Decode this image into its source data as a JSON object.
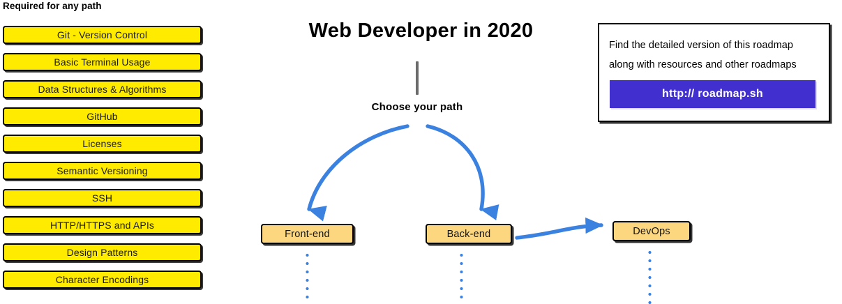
{
  "page": {
    "title": "Web Developer in 2020",
    "choose_path_label": "Choose your path"
  },
  "required_section": {
    "heading": "Required for any path",
    "items": [
      {
        "label": "Git - Version Control"
      },
      {
        "label": "Basic Terminal Usage"
      },
      {
        "label": "Data Structures & Algorithms"
      },
      {
        "label": "GitHub"
      },
      {
        "label": "Licenses"
      },
      {
        "label": "Semantic Versioning"
      },
      {
        "label": "SSH"
      },
      {
        "label": "HTTP/HTTPS and APIs"
      },
      {
        "label": "Design Patterns"
      },
      {
        "label": "Character Encodings"
      }
    ]
  },
  "paths": [
    {
      "id": "frontend",
      "label": "Front-end"
    },
    {
      "id": "backend",
      "label": "Back-end"
    },
    {
      "id": "devops",
      "label": "DevOps"
    }
  ],
  "info_box": {
    "line1": "Find the detailed version of this roadmap",
    "line2": "along with resources and other roadmaps",
    "button_label": "http:// roadmap.sh"
  },
  "colors": {
    "required_box_fill": "#ffeb00",
    "path_box_fill": "#fcd77f",
    "arrow_blue": "#3b82e0",
    "button_purple": "#4130cf",
    "stem_gray": "#6b6b6b",
    "outline_black": "#000000",
    "background": "#ffffff"
  }
}
